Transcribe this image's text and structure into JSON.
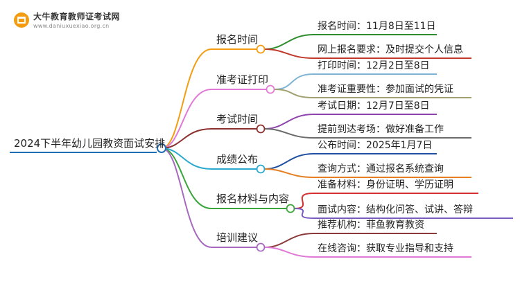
{
  "logo": {
    "icon": "book-icon",
    "title": "大牛教育教师证考试网",
    "url": "www.daniuxuexiao.org.cn",
    "color": "#f39c12"
  },
  "root": {
    "label": "2024下半年幼儿园教资面试安排",
    "color": "#1f6fb2"
  },
  "branches": [
    {
      "label": "报名时间",
      "color": "#f39c12",
      "leaves": [
        {
          "label": "报名时间：11月8日至11日",
          "color": "#2e8b2e"
        },
        {
          "label": "网上报名要求：及时提交个人信息",
          "color": "#c0392b"
        }
      ]
    },
    {
      "label": "准考证打印",
      "color": "#e07ad6",
      "leaves": [
        {
          "label": "打印时间：12月2日至8日",
          "color": "#7fb3d5"
        },
        {
          "label": "准考证重要性：参加面试的凭证",
          "color": "#a0a070"
        }
      ]
    },
    {
      "label": "考试时间",
      "color": "#8b2f2f",
      "leaves": [
        {
          "label": "考试日期：12月7日至8日",
          "color": "#8e44ad"
        },
        {
          "label": "提前到达考场：做好准备工作",
          "color": "#6b6b6b"
        }
      ]
    },
    {
      "label": "成绩公布",
      "color": "#29a9cf",
      "leaves": [
        {
          "label": "公布时间：2025年1月7日",
          "color": "#1f4fa0"
        },
        {
          "label": "查询方式：通过报名系统查询",
          "color": "#e67e22"
        }
      ]
    },
    {
      "label": "报名材料与内容",
      "color": "#3aa53a",
      "leaves": [
        {
          "label": "准备材料：身份证明、学历证明",
          "color": "#d63031"
        },
        {
          "label": "面试内容：结构化问答、试讲、答辩",
          "color": "#7a5cc0"
        }
      ]
    },
    {
      "label": "培训建议",
      "color": "#a569bd",
      "leaves": [
        {
          "label": "推荐机构：菲鱼教育教资",
          "color": "#8b3a3a"
        },
        {
          "label": "在线咨询：获取专业指导和支持",
          "color": "#e07ad6"
        }
      ]
    }
  ]
}
